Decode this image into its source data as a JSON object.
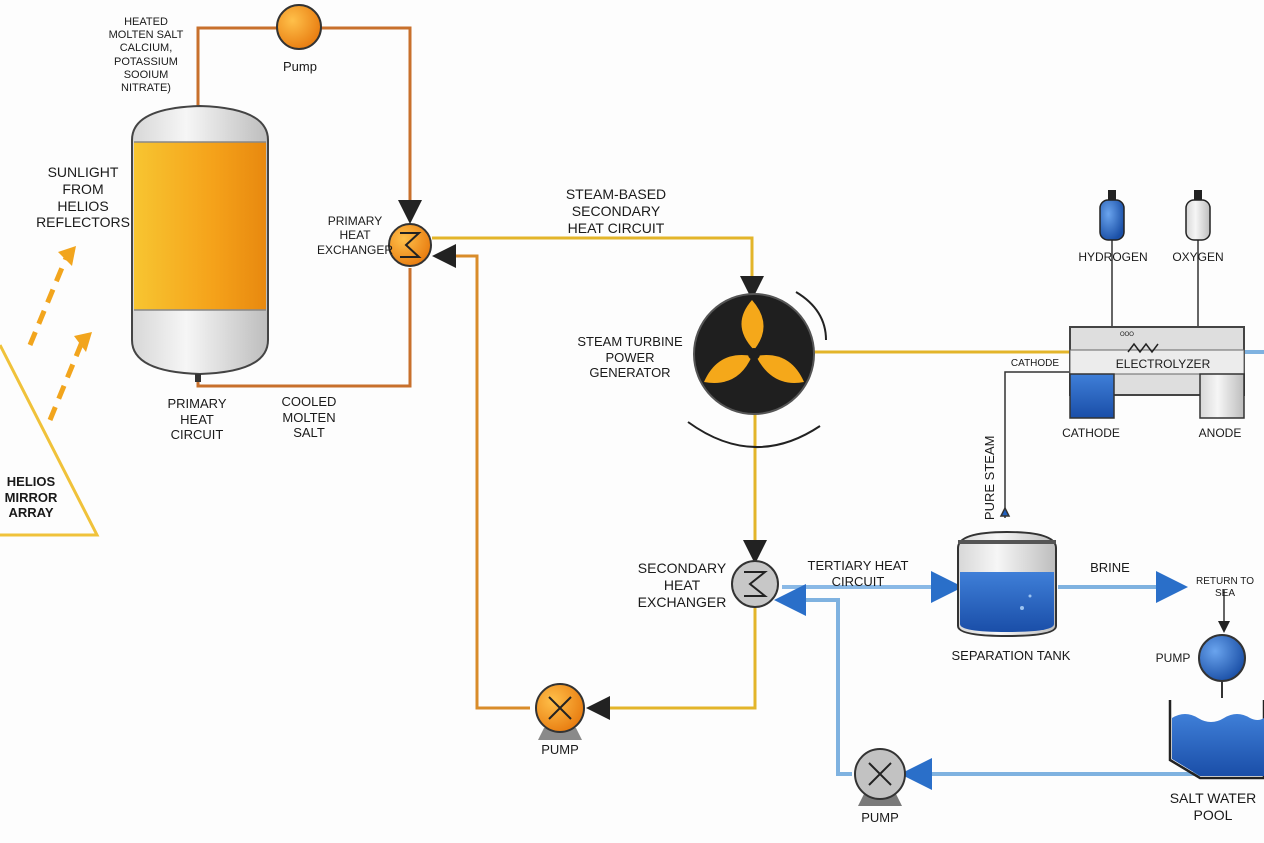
{
  "labels": {
    "molten_salt": "HEATED\nMOLTEN SALT\nCALCIUM,\nPOTASSIUM\nSOOIUM\nNITRATE)",
    "pump_top": "Pump",
    "sunlight": "SUNLIGHT\nFROM\nHELIOS\nREFLECTORS",
    "mirror_array": "HELIOS\nMIRROR\nARRAY",
    "primary_hx": "PRIMARY\nHEAT\nEXCHANGER",
    "primary_circuit": "PRIMARY\nHEAT\nCIRCUIT",
    "cooled_salt": "COOLED\nMOLTEN\nSALT",
    "steam_circuit": "STEAM-BASED\nSECONDARY\nHEAT CIRCUIT",
    "turbine": "STEAM TURBINE\nPOWER\nGENERATOR",
    "secondary_hx": "SECONDARY\nHEAT\nEXCHANGER",
    "tertiary_circuit": "TERTIARY HEAT CIRCUIT",
    "pump_bottom": "PUMP",
    "pump_sea": "PUMP",
    "pump_right": "PUMP",
    "pure_steam": "PURE STEAM",
    "separation_tank": "SEPARATION TANK",
    "brine": "BRINE",
    "return_to_sea": "RETURN TO SEA",
    "hydrogen": "HYDROGEN",
    "oxygen": "OXYGEN",
    "electrolyzer": "ELECTROLYZER",
    "cathode_top": "CATHODE",
    "cathode": "CATHODE",
    "anode": "ANODE",
    "salt_water_pool": "SALT WATER\nPOOL"
  },
  "colors": {
    "molten_pipe": "#c8702c",
    "steam_pipe": "#e3b52a",
    "water_pipe": "#7fb2e0",
    "orange": "#f59a16",
    "blue": "#1f5fbf",
    "gray": "#bfbfbf",
    "dark": "#222222"
  }
}
